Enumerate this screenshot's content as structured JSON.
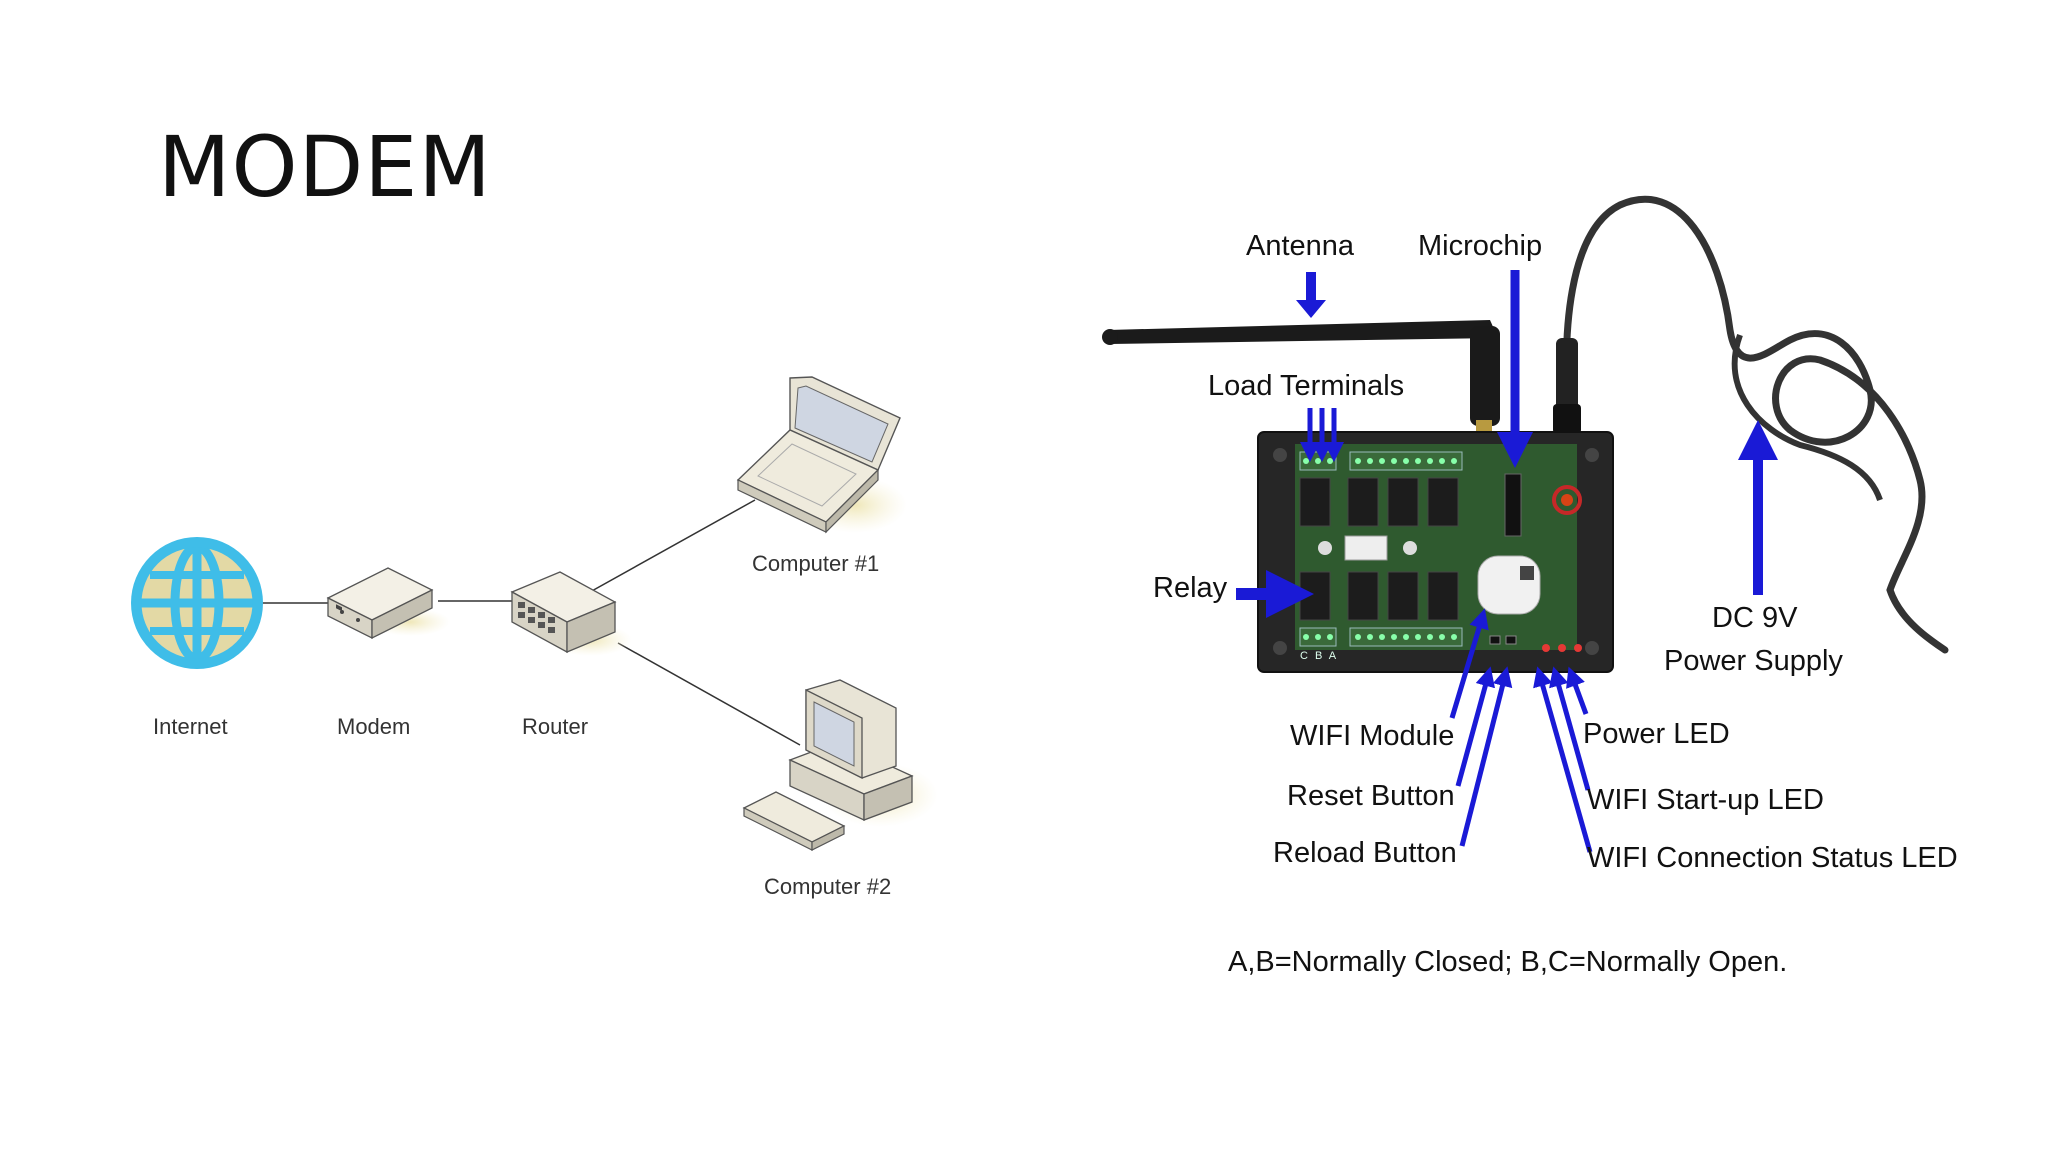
{
  "title": "MODEM",
  "network": {
    "nodes": {
      "internet": "Internet",
      "modem": "Modem",
      "router": "Router",
      "computer1": "Computer #1",
      "computer2": "Computer #2"
    }
  },
  "board": {
    "labels": {
      "antenna": "Antenna",
      "microchip": "Microchip",
      "load_terminals": "Load Terminals",
      "relay": "Relay",
      "dc_line1": "DC 9V",
      "dc_line2": "Power Supply",
      "wifi_module": "WIFI Module",
      "reset_button": "Reset Button",
      "reload_button": "Reload Button",
      "power_led": "Power LED",
      "wifi_startup_led": "WIFI Start-up LED",
      "wifi_status_led": "WIFI Connection Status LED"
    },
    "terminal_letters": "C B A",
    "caption": "A,B=Normally Closed; B,C=Normally Open."
  },
  "colors": {
    "arrow": "#1a1ad6",
    "globe": "#3fbde8",
    "land": "#e3d9a5",
    "board": "#2a2a2a",
    "pcb": "#2f5a2f"
  }
}
